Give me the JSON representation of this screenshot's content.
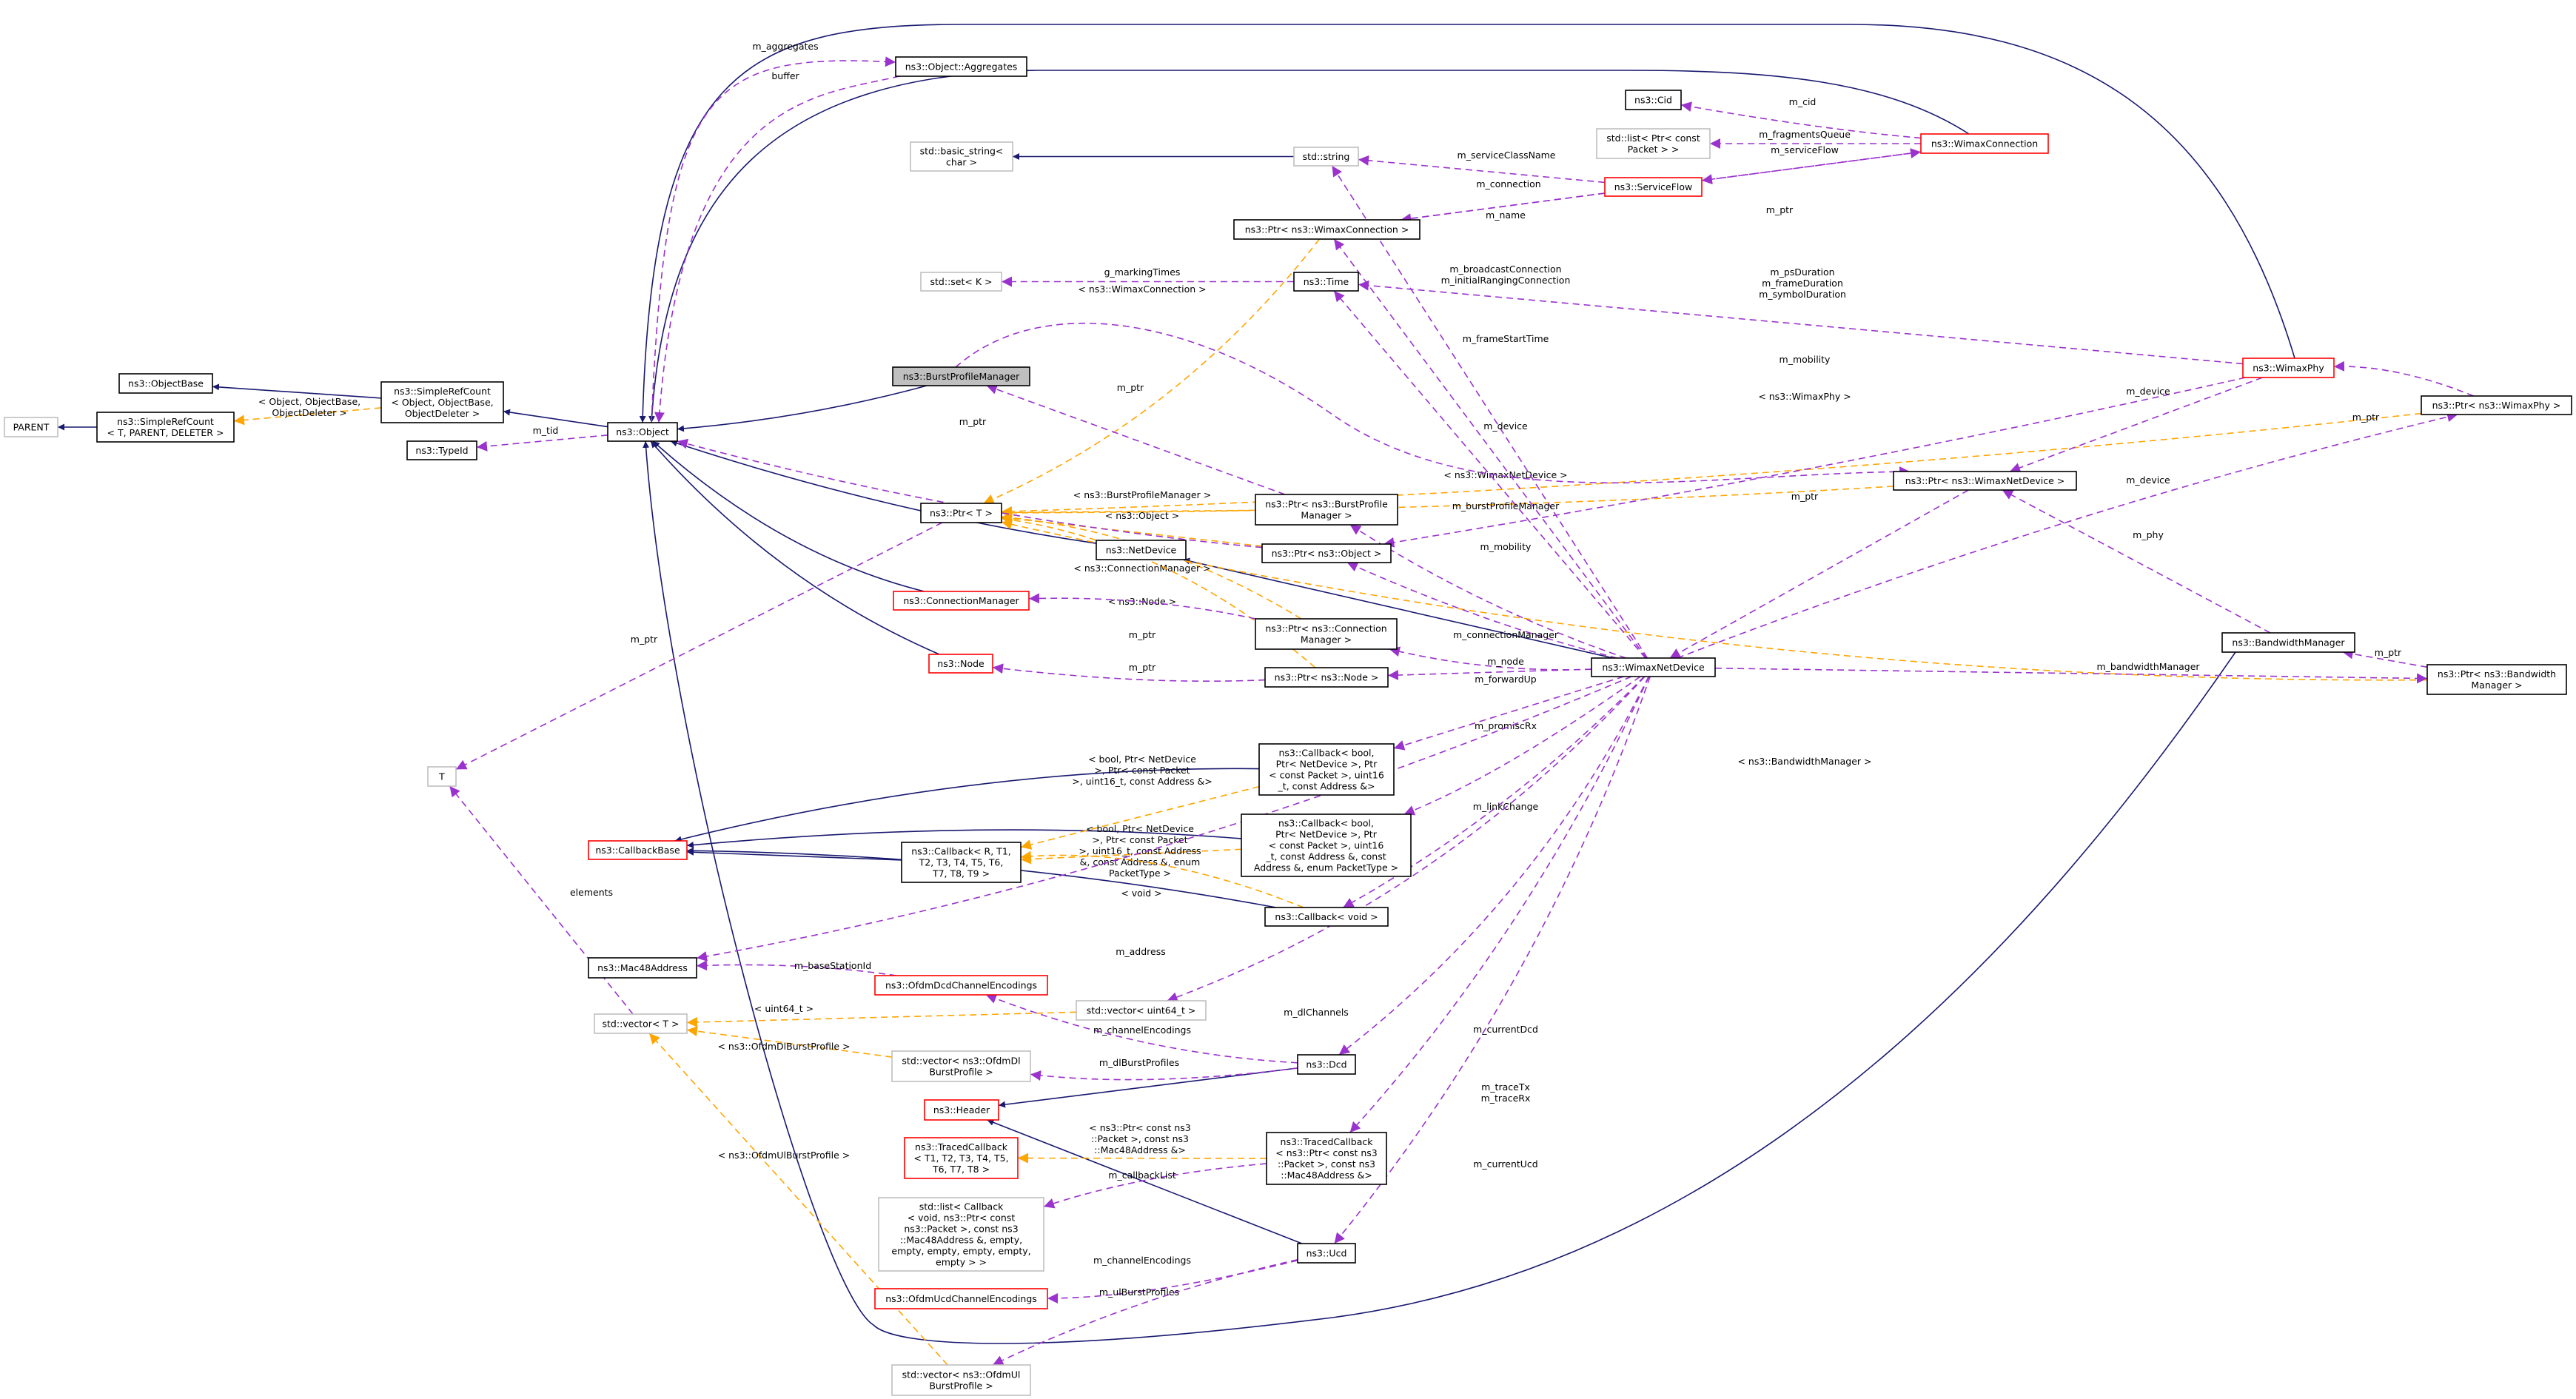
{
  "title": "ns3::WimaxNetDevice collaboration diagram",
  "colors": {
    "inheritance": "#191970",
    "usage": "#9a32cd",
    "template": "#ffa500",
    "external_border": "#bfbfbf",
    "undocumented_border": "#ff0000",
    "focus_fill": "#bfbfbf"
  },
  "nodes": [
    {
      "id": "PARENT",
      "label": [
        "PARENT"
      ],
      "style": "gray"
    },
    {
      "id": "ObjectBase",
      "label": [
        "ns3::ObjectBase"
      ],
      "style": "normal"
    },
    {
      "id": "SRC_T",
      "label": [
        "ns3::SimpleRefCount",
        "< T, PARENT, DELETER >"
      ],
      "style": "normal"
    },
    {
      "id": "SRC_Obj",
      "label": [
        "ns3::SimpleRefCount",
        "< Object, ObjectBase,",
        "ObjectDeleter >"
      ],
      "style": "normal"
    },
    {
      "id": "Object",
      "label": [
        "ns3::Object"
      ],
      "style": "normal"
    },
    {
      "id": "TypeId",
      "label": [
        "ns3::TypeId"
      ],
      "style": "normal"
    },
    {
      "id": "T",
      "label": [
        "T"
      ],
      "style": "gray"
    },
    {
      "id": "CallbackBase",
      "label": [
        "ns3::CallbackBase"
      ],
      "style": "red"
    },
    {
      "id": "Mac48",
      "label": [
        "ns3::Mac48Address"
      ],
      "style": "normal"
    },
    {
      "id": "VecT",
      "label": [
        "std::vector< T >"
      ],
      "style": "gray"
    },
    {
      "id": "Aggregates",
      "label": [
        "ns3::Object::Aggregates"
      ],
      "style": "normal"
    },
    {
      "id": "BasicString",
      "label": [
        "std::basic_string<",
        "char >"
      ],
      "style": "gray"
    },
    {
      "id": "StdString",
      "label": [
        "std::string"
      ],
      "style": "gray"
    },
    {
      "id": "Cid",
      "label": [
        "ns3::Cid"
      ],
      "style": "normal"
    },
    {
      "id": "ListPkt",
      "label": [
        "std::list< Ptr< const",
        "Packet > >"
      ],
      "style": "gray"
    },
    {
      "id": "ServiceFlow",
      "label": [
        "ns3::ServiceFlow"
      ],
      "style": "red"
    },
    {
      "id": "PtrWC",
      "label": [
        "ns3::Ptr< ns3::WimaxConnection >"
      ],
      "style": "normal"
    },
    {
      "id": "SetK",
      "label": [
        "std::set< K >"
      ],
      "style": "gray"
    },
    {
      "id": "Time",
      "label": [
        "ns3::Time"
      ],
      "style": "normal"
    },
    {
      "id": "BPM",
      "label": [
        "ns3::BurstProfileManager"
      ],
      "style": "highlight"
    },
    {
      "id": "PtrT",
      "label": [
        "ns3::Ptr< T >"
      ],
      "style": "normal"
    },
    {
      "id": "PtrBPM",
      "label": [
        "ns3::Ptr< ns3::BurstProfile",
        "Manager >"
      ],
      "style": "normal"
    },
    {
      "id": "NetDevice",
      "label": [
        "ns3::NetDevice"
      ],
      "style": "normal"
    },
    {
      "id": "PtrObj",
      "label": [
        "ns3::Ptr< ns3::Object >"
      ],
      "style": "normal"
    },
    {
      "id": "CM",
      "label": [
        "ns3::ConnectionManager"
      ],
      "style": "red"
    },
    {
      "id": "PtrCM",
      "label": [
        "ns3::Ptr< ns3::Connection",
        "Manager >"
      ],
      "style": "normal"
    },
    {
      "id": "Node",
      "label": [
        "ns3::Node"
      ],
      "style": "red"
    },
    {
      "id": "PtrNode",
      "label": [
        "ns3::Ptr< ns3::Node >"
      ],
      "style": "normal"
    },
    {
      "id": "WND",
      "label": [
        "ns3::WimaxNetDevice"
      ],
      "style": "normal"
    },
    {
      "id": "Cb4",
      "label": [
        "ns3::Callback< bool,",
        "Ptr< NetDevice >, Ptr",
        "< const Packet >, uint16",
        "_t, const Address &>"
      ],
      "style": "normal"
    },
    {
      "id": "CbPT",
      "label": [
        "ns3::Callback< bool,",
        "Ptr< NetDevice >, Ptr",
        "< const Packet >, uint16",
        "_t, const Address &, const",
        "Address &, enum PacketType >"
      ],
      "style": "normal"
    },
    {
      "id": "CbR",
      "label": [
        "ns3::Callback< R, T1,",
        "T2, T3, T4, T5, T6,",
        "T7, T8, T9 >"
      ],
      "style": "normal"
    },
    {
      "id": "CbVoid",
      "label": [
        "ns3::Callback< void >"
      ],
      "style": "normal"
    },
    {
      "id": "OfdmDcd",
      "label": [
        "ns3::OfdmDcdChannelEncodings"
      ],
      "style": "red"
    },
    {
      "id": "VecU64",
      "label": [
        "std::vector< uint64_t >"
      ],
      "style": "gray"
    },
    {
      "id": "VecDl",
      "label": [
        "std::vector< ns3::OfdmDl",
        "BurstProfile >"
      ],
      "style": "gray"
    },
    {
      "id": "Dcd",
      "label": [
        "ns3::Dcd"
      ],
      "style": "normal"
    },
    {
      "id": "Header",
      "label": [
        "ns3::Header"
      ],
      "style": "red"
    },
    {
      "id": "TcT",
      "label": [
        "ns3::TracedCallback",
        "< T1, T2, T3, T4, T5,",
        "T6, T7, T8 >"
      ],
      "style": "red"
    },
    {
      "id": "TcPtr",
      "label": [
        "ns3::TracedCallback",
        "< ns3::Ptr< const ns3",
        "::Packet >, const ns3",
        "::Mac48Address &>"
      ],
      "style": "normal"
    },
    {
      "id": "ListCb",
      "label": [
        "std::list< Callback",
        "< void, ns3::Ptr< const",
        "ns3::Packet >, const ns3",
        "::Mac48Address &, empty,",
        "empty, empty, empty, empty,",
        "empty > >"
      ],
      "style": "gray"
    },
    {
      "id": "Ucd",
      "label": [
        "ns3::Ucd"
      ],
      "style": "normal"
    },
    {
      "id": "OfdmUcd",
      "label": [
        "ns3::OfdmUcdChannelEncodings"
      ],
      "style": "red"
    },
    {
      "id": "VecUl",
      "label": [
        "std::vector< ns3::OfdmUl",
        "BurstProfile >"
      ],
      "style": "gray"
    },
    {
      "id": "WC",
      "label": [
        "ns3::WimaxConnection"
      ],
      "style": "red"
    },
    {
      "id": "WimaxPhy",
      "label": [
        "ns3::WimaxPhy"
      ],
      "style": "red"
    },
    {
      "id": "PtrPhy",
      "label": [
        "ns3::Ptr< ns3::WimaxPhy >"
      ],
      "style": "normal"
    },
    {
      "id": "PtrWND",
      "label": [
        "ns3::Ptr< ns3::WimaxNetDevice >"
      ],
      "style": "normal"
    },
    {
      "id": "BM",
      "label": [
        "ns3::BandwidthManager"
      ],
      "style": "normal"
    },
    {
      "id": "PtrBM",
      "label": [
        "ns3::Ptr< ns3::Bandwidth",
        "Manager >"
      ],
      "style": "normal"
    }
  ],
  "edges": [
    {
      "from": "SRC_Obj",
      "to": "ObjectBase",
      "kind": "inherit",
      "label": []
    },
    {
      "from": "SRC_T",
      "to": "PARENT",
      "kind": "inherit",
      "label": []
    },
    {
      "from": "Object",
      "to": "SRC_Obj",
      "kind": "inherit",
      "label": []
    },
    {
      "from": "BPM",
      "to": "Object",
      "kind": "inherit",
      "label": []
    },
    {
      "from": "NetDevice",
      "to": "Object",
      "kind": "inherit",
      "label": []
    },
    {
      "from": "CM",
      "to": "Object",
      "kind": "inherit",
      "label": []
    },
    {
      "from": "Node",
      "to": "Object",
      "kind": "inherit",
      "label": []
    },
    {
      "from": "WC",
      "to": "Object",
      "kind": "inherit",
      "label": []
    },
    {
      "from": "WimaxPhy",
      "to": "Object",
      "kind": "inherit",
      "label": []
    },
    {
      "from": "BM",
      "to": "Object",
      "kind": "inherit",
      "label": []
    },
    {
      "from": "WND",
      "to": "NetDevice",
      "kind": "inherit",
      "label": []
    },
    {
      "from": "StdString",
      "to": "BasicString",
      "kind": "inherit",
      "label": []
    },
    {
      "from": "Cb4",
      "to": "CallbackBase",
      "kind": "inherit",
      "label": []
    },
    {
      "from": "CbPT",
      "to": "CallbackBase",
      "kind": "inherit",
      "label": []
    },
    {
      "from": "CbR",
      "to": "CallbackBase",
      "kind": "inherit",
      "label": []
    },
    {
      "from": "CbVoid",
      "to": "CallbackBase",
      "kind": "inherit",
      "label": []
    },
    {
      "from": "Dcd",
      "to": "Header",
      "kind": "inherit",
      "label": []
    },
    {
      "from": "Ucd",
      "to": "Header",
      "kind": "inherit",
      "label": []
    },
    {
      "from": "SRC_Obj",
      "to": "SRC_T",
      "kind": "template",
      "label": [
        "< Object, ObjectBase,",
        "ObjectDeleter >"
      ]
    },
    {
      "from": "PtrWC",
      "to": "PtrT",
      "kind": "template",
      "label": [
        "< ns3::WimaxConnection >"
      ]
    },
    {
      "from": "PtrBPM",
      "to": "PtrT",
      "kind": "template",
      "label": [
        "< ns3::BurstProfileManager >"
      ]
    },
    {
      "from": "PtrObj",
      "to": "PtrT",
      "kind": "template",
      "label": [
        "< ns3::Object >"
      ]
    },
    {
      "from": "PtrCM",
      "to": "PtrT",
      "kind": "template",
      "label": [
        "< ns3::ConnectionManager >"
      ]
    },
    {
      "from": "PtrNode",
      "to": "PtrT",
      "kind": "template",
      "label": [
        "< ns3::Node >"
      ]
    },
    {
      "from": "PtrWND",
      "to": "PtrT",
      "kind": "template",
      "label": [
        "< ns3::WimaxNetDevice >"
      ]
    },
    {
      "from": "PtrPhy",
      "to": "PtrT",
      "kind": "template",
      "label": [
        "< ns3::WimaxPhy >"
      ]
    },
    {
      "from": "PtrBM",
      "to": "PtrT",
      "kind": "template",
      "label": [
        "< ns3::BandwidthManager >"
      ]
    },
    {
      "from": "Cb4",
      "to": "CbR",
      "kind": "template",
      "label": [
        "< bool, Ptr< NetDevice",
        ">, Ptr< const Packet",
        ">, uint16_t, const Address &>"
      ]
    },
    {
      "from": "CbPT",
      "to": "CbR",
      "kind": "template",
      "label": [
        "< bool, Ptr< NetDevice",
        ">, Ptr< const Packet",
        ">, uint16_t, const Address",
        "&, const Address &, enum",
        "PacketType >"
      ]
    },
    {
      "from": "CbVoid",
      "to": "CbR",
      "kind": "template",
      "label": [
        "< void >"
      ]
    },
    {
      "from": "VecU64",
      "to": "VecT",
      "kind": "template",
      "label": [
        "< uint64_t >"
      ]
    },
    {
      "from": "VecDl",
      "to": "VecT",
      "kind": "template",
      "label": [
        "< ns3::OfdmDlBurstProfile >"
      ]
    },
    {
      "from": "VecUl",
      "to": "VecT",
      "kind": "template",
      "label": [
        "< ns3::OfdmUlBurstProfile >"
      ]
    },
    {
      "from": "TcPtr",
      "to": "TcT",
      "kind": "template",
      "label": [
        "< ns3::Ptr< const ns3",
        "::Packet >, const ns3",
        "::Mac48Address &>"
      ]
    },
    {
      "from": "Object",
      "to": "Aggregates",
      "kind": "usage",
      "label": [
        "m_aggregates"
      ]
    },
    {
      "from": "Aggregates",
      "to": "Object",
      "kind": "usage",
      "label": [
        "buffer"
      ]
    },
    {
      "from": "Object",
      "to": "TypeId",
      "kind": "usage",
      "label": [
        "m_tid"
      ]
    },
    {
      "from": "PtrT",
      "to": "T",
      "kind": "usage",
      "label": [
        "m_ptr"
      ]
    },
    {
      "from": "VecT",
      "to": "T",
      "kind": "usage",
      "label": [
        "elements"
      ]
    },
    {
      "from": "WC",
      "to": "Cid",
      "kind": "usage",
      "label": [
        "m_cid"
      ]
    },
    {
      "from": "WC",
      "to": "ListPkt",
      "kind": "usage",
      "label": [
        "m_fragmentsQueue"
      ]
    },
    {
      "from": "WC",
      "to": "ServiceFlow",
      "kind": "usage",
      "label": [
        "m_serviceFlow"
      ]
    },
    {
      "from": "ServiceFlow",
      "to": "StdString",
      "kind": "usage",
      "label": [
        "m_serviceClassName"
      ]
    },
    {
      "from": "ServiceFlow",
      "to": "PtrWC",
      "kind": "usage",
      "label": [
        "m_connection"
      ]
    },
    {
      "from": "PtrWC",
      "to": "WC",
      "kind": "usage",
      "label": [
        "m_ptr"
      ]
    },
    {
      "from": "Time",
      "to": "SetK",
      "kind": "usage",
      "label": [
        "g_markingTimes"
      ]
    },
    {
      "from": "WimaxPhy",
      "to": "Time",
      "kind": "usage",
      "label": [
        "m_psDuration",
        "m_frameDuration",
        "m_symbolDuration"
      ]
    },
    {
      "from": "WND",
      "to": "StdString",
      "kind": "usage",
      "label": [
        "m_name"
      ]
    },
    {
      "from": "WND",
      "to": "PtrWC",
      "kind": "usage",
      "label": [
        "m_broadcastConnection",
        "m_initialRangingConnection"
      ]
    },
    {
      "from": "WND",
      "to": "Time",
      "kind": "usage",
      "label": [
        "m_frameStartTime"
      ]
    },
    {
      "from": "PtrBPM",
      "to": "BPM",
      "kind": "usage",
      "label": [
        "m_ptr"
      ]
    },
    {
      "from": "PtrObj",
      "to": "Object",
      "kind": "usage",
      "label": [
        "m_ptr"
      ]
    },
    {
      "from": "WimaxPhy",
      "to": "PtrObj",
      "kind": "usage",
      "label": [
        "m_mobility"
      ]
    },
    {
      "from": "BPM",
      "to": "PtrWND",
      "kind": "usage",
      "label": [
        "m_device"
      ]
    },
    {
      "from": "WimaxPhy",
      "to": "PtrWND",
      "kind": "usage",
      "label": [
        "m_device"
      ]
    },
    {
      "from": "BM",
      "to": "PtrWND",
      "kind": "usage",
      "label": [
        "m_device"
      ]
    },
    {
      "from": "PtrWND",
      "to": "WND",
      "kind": "usage",
      "label": [
        "m_ptr"
      ]
    },
    {
      "from": "PtrPhy",
      "to": "WimaxPhy",
      "kind": "usage",
      "label": [
        "m_ptr"
      ]
    },
    {
      "from": "WND",
      "to": "PtrPhy",
      "kind": "usage",
      "label": [
        "m_phy"
      ]
    },
    {
      "from": "WND",
      "to": "PtrBPM",
      "kind": "usage",
      "label": [
        "m_burstProfileManager"
      ]
    },
    {
      "from": "WND",
      "to": "PtrObj",
      "kind": "usage",
      "label": [
        "m_mobility"
      ]
    },
    {
      "from": "WND",
      "to": "PtrCM",
      "kind": "usage",
      "label": [
        "m_connectionManager"
      ]
    },
    {
      "from": "PtrCM",
      "to": "CM",
      "kind": "usage",
      "label": [
        "m_ptr"
      ]
    },
    {
      "from": "WND",
      "to": "PtrNode",
      "kind": "usage",
      "label": [
        "m_node"
      ]
    },
    {
      "from": "PtrNode",
      "to": "Node",
      "kind": "usage",
      "label": [
        "m_ptr"
      ]
    },
    {
      "from": "WND",
      "to": "Cb4",
      "kind": "usage",
      "label": [
        "m_forwardUp"
      ]
    },
    {
      "from": "WND",
      "to": "CbPT",
      "kind": "usage",
      "label": [
        "m_promiscRx"
      ]
    },
    {
      "from": "WND",
      "to": "CbVoid",
      "kind": "usage",
      "label": [
        "m_linkChange"
      ]
    },
    {
      "from": "WND",
      "to": "Mac48",
      "kind": "usage",
      "label": [
        "m_address"
      ]
    },
    {
      "from": "WND",
      "to": "VecU64",
      "kind": "usage",
      "label": [
        "m_dlChannels"
      ]
    },
    {
      "from": "WND",
      "to": "Dcd",
      "kind": "usage",
      "label": [
        "m_currentDcd"
      ]
    },
    {
      "from": "WND",
      "to": "TcPtr",
      "kind": "usage",
      "label": [
        "m_traceTx",
        "m_traceRx"
      ]
    },
    {
      "from": "WND",
      "to": "Ucd",
      "kind": "usage",
      "label": [
        "m_currentUcd"
      ]
    },
    {
      "from": "WND",
      "to": "PtrBM",
      "kind": "usage",
      "label": [
        "m_bandwidthManager"
      ]
    },
    {
      "from": "PtrBM",
      "to": "BM",
      "kind": "usage",
      "label": [
        "m_ptr"
      ]
    },
    {
      "from": "OfdmDcd",
      "to": "Mac48",
      "kind": "usage",
      "label": [
        "m_baseStationId"
      ]
    },
    {
      "from": "Dcd",
      "to": "OfdmDcd",
      "kind": "usage",
      "label": [
        "m_channelEncodings"
      ]
    },
    {
      "from": "Dcd",
      "to": "VecDl",
      "kind": "usage",
      "label": [
        "m_dlBurstProfiles"
      ]
    },
    {
      "from": "TcPtr",
      "to": "ListCb",
      "kind": "usage",
      "label": [
        "m_callbackList"
      ]
    },
    {
      "from": "Ucd",
      "to": "OfdmUcd",
      "kind": "usage",
      "label": [
        "m_channelEncodings"
      ]
    },
    {
      "from": "Ucd",
      "to": "VecUl",
      "kind": "usage",
      "label": [
        "m_ulBurstProfiles"
      ]
    }
  ]
}
